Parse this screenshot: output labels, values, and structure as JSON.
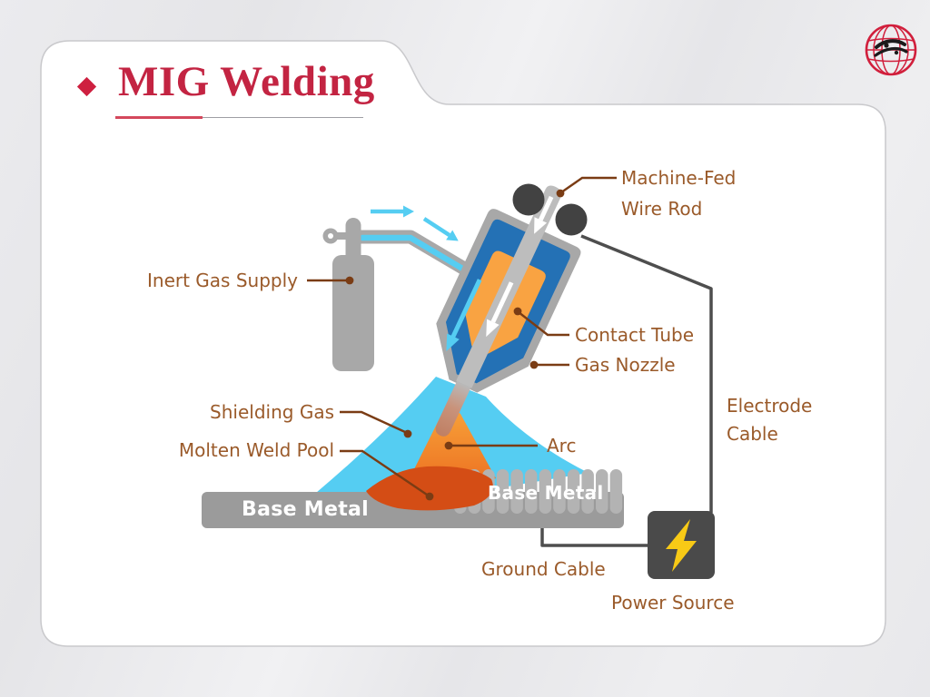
{
  "header": {
    "bullet_icon": "diamond",
    "bullet_color": "#ce2040",
    "title": "MIG Welding",
    "title_color": "#c32442",
    "underline_red": "#d4485c",
    "underline_gray": "#9e9ea4"
  },
  "logo": {
    "icon": "globe-swoosh-logo",
    "ring_color": "#d11f3c",
    "art_color": "#1b1b1b"
  },
  "diagram": {
    "labels": {
      "machine_fed_line1": "Machine-Fed",
      "machine_fed_line2": "Wire Rod",
      "inert_gas_supply": "Inert Gas Supply",
      "contact_tube": "Contact Tube",
      "gas_nozzle": "Gas Nozzle",
      "shielding_gas": "Shielding Gas",
      "molten_weld_pool": "Molten Weld Pool",
      "arc": "Arc",
      "base_metal_left": "Base Metal",
      "base_metal_right": "Base Metal",
      "electrode_cable_line1": "Electrode",
      "electrode_cable_line2": "Cable",
      "ground_cable": "Ground Cable",
      "power_source": "Power Source"
    },
    "icons": {
      "power_source": "lightning-bolt-icon",
      "flow_arrows": "cyan-gas-flow-arrows",
      "wire_feed_arrows": "white-down-arrows"
    },
    "colors": {
      "label_text": "#9a5a2a",
      "leader_line": "#7a3c14",
      "torch_blue": "#2471b5",
      "contact_tube_orange": "#f9a342",
      "gas_cyan": "#55cdf2",
      "arc_orange": "#f7a139",
      "arc_orange_deep": "#ec6e20",
      "molten_pool_rust": "#d44d15",
      "metal_gray": "#9b9b9b",
      "weld_bead_gray": "#b3b3b3",
      "equipment_gray": "#a8a8a8",
      "wire_gray": "#bdbdbd",
      "roller_dark": "#424242",
      "cable_dark": "#4e4e4e",
      "power_box_dark": "#4a4a4a",
      "bolt_yellow": "#f8ca16",
      "base_metal_text": "#ffffff",
      "card_bg": "#ffffff",
      "card_border": "#c9c9cc"
    }
  }
}
